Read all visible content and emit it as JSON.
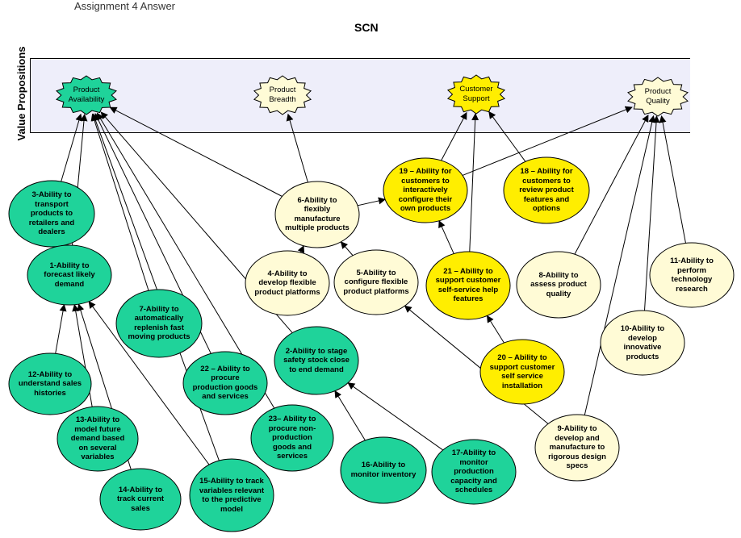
{
  "header": {
    "assignment": "Assignment 4 Answer",
    "title": "SCN"
  },
  "band_label": "Value Propositions",
  "colors": {
    "green": "#1fd39a",
    "yellow": "#ffee00",
    "cream": "#fffbd6",
    "band": "#eeeefa"
  },
  "value_props": [
    {
      "id": "pa",
      "label": "Product Availability",
      "color": "green"
    },
    {
      "id": "pb",
      "label": "Product Breadth",
      "color": "cream"
    },
    {
      "id": "cs",
      "label": "Customer Support",
      "color": "yellow"
    },
    {
      "id": "pq",
      "label": "Product Quality",
      "color": "cream"
    }
  ],
  "capabilities": [
    {
      "id": "c3",
      "label": "3-Ability to transport products to retailers and dealers",
      "color": "green"
    },
    {
      "id": "c1",
      "label": "1-Ability to forecast likely demand",
      "color": "green"
    },
    {
      "id": "c7",
      "label": "7-Ability to automatically replenish fast moving products",
      "color": "green"
    },
    {
      "id": "c12",
      "label": "12-Ability to understand sales histories",
      "color": "green"
    },
    {
      "id": "c13",
      "label": "13-Ability to model future demand based on several variables",
      "color": "green"
    },
    {
      "id": "c14",
      "label": "14-Ability to track current sales",
      "color": "green"
    },
    {
      "id": "c15",
      "label": "15-Ability to track variables relevant to the predictive model",
      "color": "green"
    },
    {
      "id": "c22",
      "label": "22 – Ability to procure production goods and services",
      "color": "green"
    },
    {
      "id": "c23",
      "label": "23– Ability to procure non-production goods and services",
      "color": "green"
    },
    {
      "id": "c2",
      "label": "2-Ability to stage safety stock close to end demand",
      "color": "green"
    },
    {
      "id": "c16",
      "label": "16-Ability to monitor inventory",
      "color": "green"
    },
    {
      "id": "c17",
      "label": "17-Ability to monitor production capacity and schedules",
      "color": "green"
    },
    {
      "id": "c6",
      "label": "6-Ability to flexibly manufacture multiple products",
      "color": "cream"
    },
    {
      "id": "c4",
      "label": "4-Ability to develop flexible product platforms",
      "color": "cream"
    },
    {
      "id": "c5",
      "label": "5-Ability to configure flexible product platforms",
      "color": "cream"
    },
    {
      "id": "c19",
      "label": "19 – Ability for customers to interactively configure their own products",
      "color": "yellow"
    },
    {
      "id": "c18",
      "label": "18 – Ability for customers to review product features and options",
      "color": "yellow"
    },
    {
      "id": "c21",
      "label": "21 – Ability to support customer self-service help features",
      "color": "yellow"
    },
    {
      "id": "c20",
      "label": "20 – Ability to support customer self service installation",
      "color": "yellow"
    },
    {
      "id": "c8",
      "label": "8-Ability to assess product quality",
      "color": "cream"
    },
    {
      "id": "c11",
      "label": "11-Ability to perform technology research",
      "color": "cream"
    },
    {
      "id": "c10",
      "label": "10-Ability to develop innovative products",
      "color": "cream"
    },
    {
      "id": "c9",
      "label": "9-Ability to develop and manufacture to rigorous design specs",
      "color": "cream"
    }
  ],
  "links": [
    [
      "c3",
      "pa"
    ],
    [
      "c1",
      "pa"
    ],
    [
      "c7",
      "pa"
    ],
    [
      "c22",
      "pa"
    ],
    [
      "c23",
      "pa"
    ],
    [
      "c2",
      "pa"
    ],
    [
      "c15",
      "pa"
    ],
    [
      "c6",
      "pa"
    ],
    [
      "c12",
      "c1"
    ],
    [
      "c13",
      "c1"
    ],
    [
      "c14",
      "c1"
    ],
    [
      "c15",
      "c1"
    ],
    [
      "c16",
      "c2"
    ],
    [
      "c17",
      "c2"
    ],
    [
      "c6",
      "pb"
    ],
    [
      "c4",
      "c6"
    ],
    [
      "c5",
      "c6"
    ],
    [
      "c6",
      "c19"
    ],
    [
      "c19",
      "cs"
    ],
    [
      "c18",
      "cs"
    ],
    [
      "c21",
      "cs"
    ],
    [
      "c21",
      "c19"
    ],
    [
      "c20",
      "c21"
    ],
    [
      "c19",
      "pq"
    ],
    [
      "c8",
      "pq"
    ],
    [
      "c9",
      "pq"
    ],
    [
      "c10",
      "pq"
    ],
    [
      "c11",
      "pq"
    ],
    [
      "c9",
      "c5"
    ]
  ]
}
